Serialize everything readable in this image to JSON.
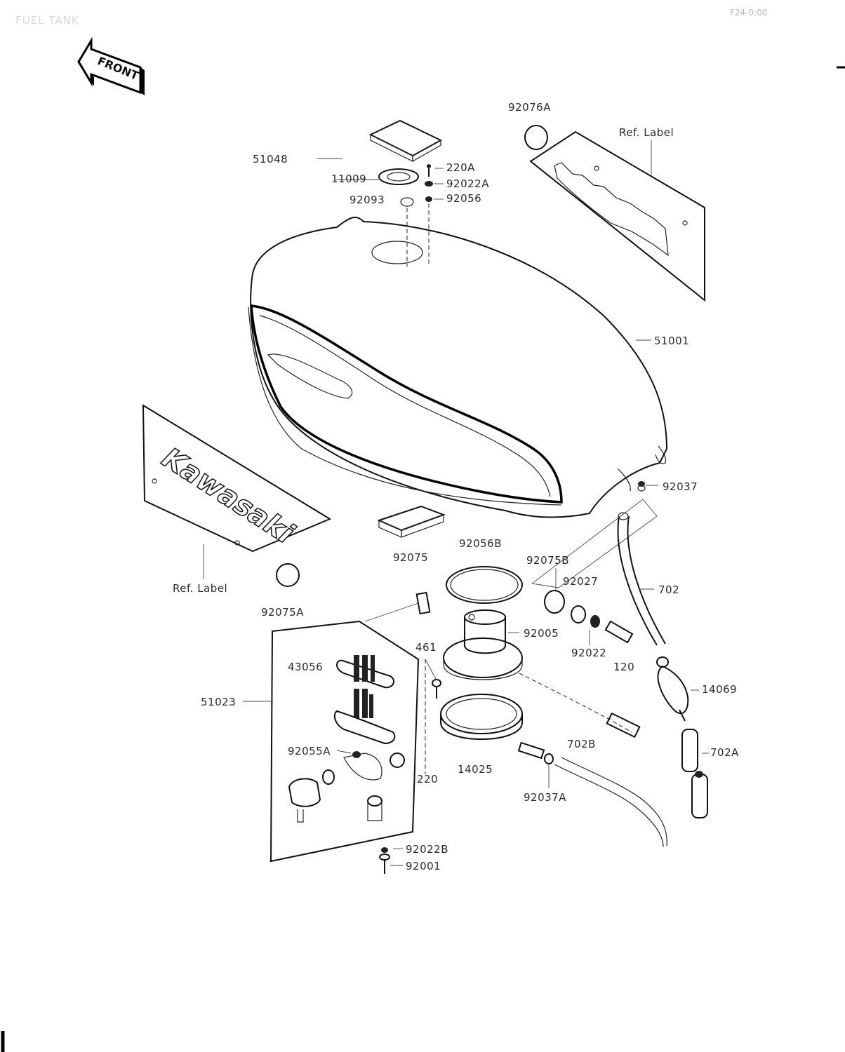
{
  "header": {
    "title": "FUEL TANK",
    "code": "F24-0:00"
  },
  "orientation": {
    "front_label": "FRONT"
  },
  "logo": {
    "text": "Kawasaki"
  },
  "part_labels": {
    "p92076A": "92076A",
    "p51048": "51048",
    "p11009": "11009",
    "p220A": "220A",
    "p92022A": "92022A",
    "p92093": "92093",
    "p92056": "92056",
    "ref_label_top": "Ref. Label",
    "p51001": "51001",
    "p92037": "92037",
    "p92056B": "92056B",
    "p92075": "92075",
    "p92075B": "92075B",
    "p92027": "92027",
    "p702": "702",
    "ref_label_left": "Ref. Label",
    "p92075A": "92075A",
    "p92005": "92005",
    "p461": "461",
    "p92022": "92022",
    "p120": "120",
    "p43056": "43056",
    "p14069": "14069",
    "p51023": "51023",
    "p92055A": "92055A",
    "p702B": "702B",
    "p702A": "702A",
    "p220": "220",
    "p14025": "14025",
    "p92037A": "92037A",
    "p92022B": "92022B",
    "p92001": "92001"
  }
}
